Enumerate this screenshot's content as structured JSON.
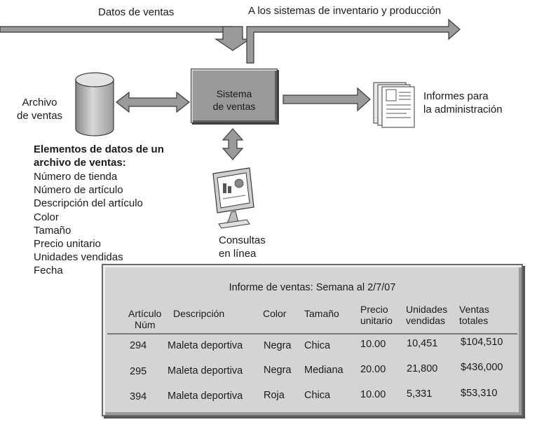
{
  "top": {
    "sales_data_label": "Datos de ventas",
    "to_inventory_label": "A los sistemas de inventario y producción"
  },
  "archive": {
    "label": "Archivo\nde ventas"
  },
  "system": {
    "label": "Sistema\nde ventas"
  },
  "reports": {
    "label": "Informes para\nla administración"
  },
  "queries": {
    "label": "Consultas\nen línea"
  },
  "elements": {
    "title": "Elementos de datos de un archivo de ventas:",
    "items": [
      "Número de tienda",
      "Número de artículo",
      "Descripción del artículo",
      "Color",
      "Tamaño",
      "Precio unitario",
      "Unidades vendidas",
      "Fecha"
    ]
  },
  "report": {
    "title": "Informe de ventas: Semana al 2/7/07",
    "headers": [
      "Artículo\nNúm",
      "Descripción",
      "Color",
      "Tamaño",
      "Precio\nunitario",
      "Unidades\nvendidas",
      "Ventas\ntotales"
    ],
    "rows": [
      [
        "294",
        "Maleta deportiva",
        "Negra",
        "Chica",
        "10.00",
        "10,451",
        "$104,510"
      ],
      [
        "295",
        "Maleta deportiva",
        "Negra",
        "Mediana",
        "20.00",
        "21,800",
        "$436,000"
      ],
      [
        "394",
        "Maleta deportiva",
        "Roja",
        "Chica",
        "10.00",
        "5,331",
        "$53,310"
      ]
    ]
  },
  "colors": {
    "arrow_fill": "#9a9a9a",
    "arrow_stroke": "#3a3a3a",
    "panel_bg": "#d4d4d4",
    "box_bg": "#9a9a9a"
  }
}
